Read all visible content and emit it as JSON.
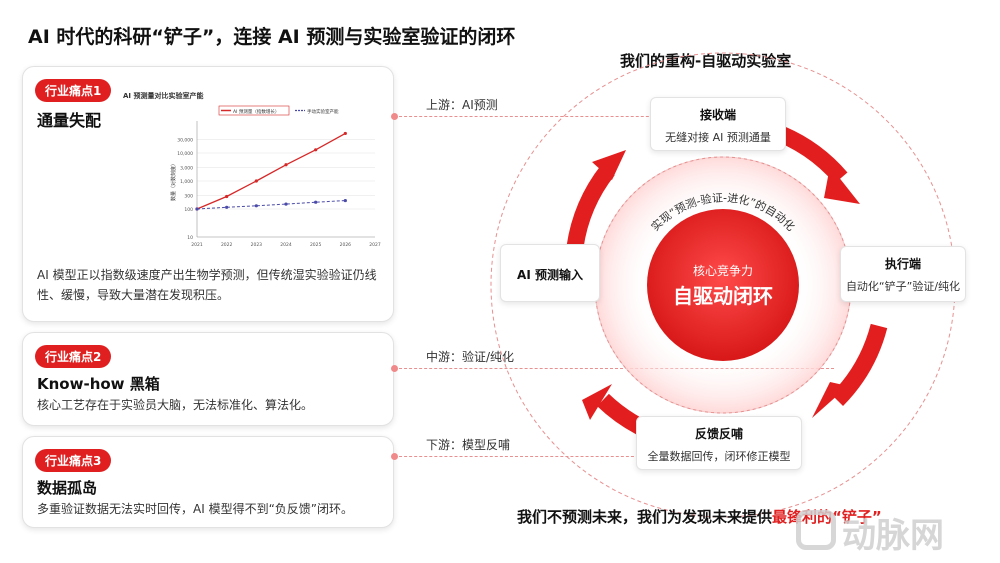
{
  "title": "AI 时代的科研“铲子”，连接 AI 预测与实验室验证的闭环",
  "pain_points": [
    {
      "badge": "行业痛点1",
      "heading": "通量失配",
      "desc": "AI 模型正以指数级速度产出生物学预测，但传统湿实验验证仍线性、缓慢，导致大量潜在发现积压。"
    },
    {
      "badge": "行业痛点2",
      "heading": "Know-how 黑箱",
      "desc": "核心工艺存在于实验员大脑，无法标准化、算法化。"
    },
    {
      "badge": "行业痛点3",
      "heading": "数据孤岛",
      "desc": "多重验证数据无法实时回传，AI 模型得不到“负反馈”闭环。"
    }
  ],
  "connectors": [
    "上游：AI预测",
    "中游：验证/纯化",
    "下游：模型反哺"
  ],
  "chart_data": {
    "type": "line",
    "title": "AI 预测量对比实验室产能",
    "ylabel": "数量（对数刻度）",
    "y_scale": "log",
    "ylim": [
      10,
      100000
    ],
    "y_ticks": [
      "10",
      "100",
      "300",
      "1,000",
      "3,000",
      "10,000",
      "30,000"
    ],
    "x": [
      "2021",
      "2022",
      "2023",
      "2024",
      "2025",
      "2026",
      "2027"
    ],
    "series": [
      {
        "name": "AI 预测量（指数增长）",
        "color": "#d62828",
        "values": [
          100,
          280,
          1000,
          3800,
          13000,
          50000
        ]
      },
      {
        "name": "手动实验室产能",
        "color": "#4a4aa8",
        "dashed": true,
        "values": [
          100,
          115,
          130,
          150,
          175,
          200
        ]
      }
    ]
  },
  "right": {
    "title": "我们的重构-自驱动实验室",
    "arc_text": "实现“预测-验证-进化”的自动化",
    "core_label": "核心竞争力",
    "core_title": "自驱动闭环",
    "nodes": {
      "top": {
        "title": "接收端",
        "sub": "无缝对接 AI 预测通量"
      },
      "right": {
        "title": "执行端",
        "sub": "自动化“铲子”验证/纯化"
      },
      "bottom": {
        "title": "反馈反哺",
        "sub": "全量数据回传，闭环修正模型"
      },
      "left": {
        "title": "AI 预测输入"
      }
    }
  },
  "bottom": {
    "text": "我们不预测未来，我们为发现未来提供",
    "highlight": "最锋利的“铲子”"
  },
  "watermark": "动脉网",
  "colors": {
    "accent": "#e02020",
    "line_ai": "#d62828",
    "line_lab": "#4a4aa8"
  }
}
